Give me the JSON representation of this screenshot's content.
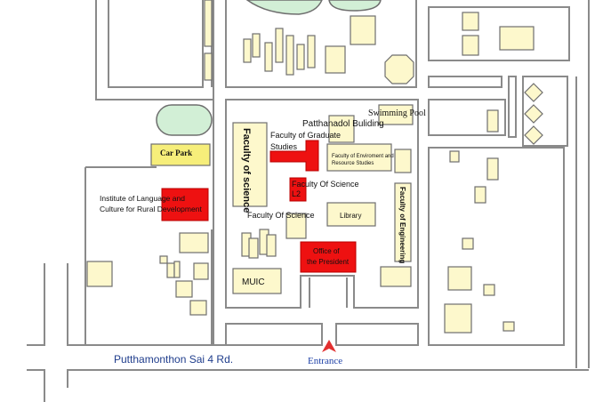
{
  "labels": {
    "swimming_pool": "Swimming Pool",
    "patthanadol_building": "Patthanadol Buliding",
    "faculty_of_graduate_line1": "Faculty of Graduate",
    "faculty_of_graduate_line2": "Studies",
    "faculty_of_environment_line1": "Faculty of Enviroment and",
    "faculty_of_environment_line2": "Resource Studies",
    "faculty_of_science_vertical": "Faculty of science",
    "faculty_of_science_l2_line1": "Faculty Of Science",
    "faculty_of_science_l2_line2": "L2",
    "faculty_of_science_center": "Faculty Of Science",
    "library": "Library",
    "faculty_of_engineering": "Faculty of Engineering",
    "car_park": "Car  Park",
    "institute_line1": "Institute of Language and",
    "institute_line2": "Culture for Rural Development",
    "office_president_line1": "Office of",
    "office_president_line2": "the President",
    "muic": "MUIC",
    "road": "Putthamonthon Sai 4 Rd.",
    "entrance": "Entrance"
  },
  "icons": {
    "entrance_marker": "entrance-arrow-icon"
  },
  "colors": {
    "background": "#ffffff",
    "road_outline": "#8a8a8a",
    "building_fill": "#fdf8cc",
    "building_outline": "#6e6e6e",
    "highlight_red": "#ee1111",
    "car_park_fill": "#f6ee7a",
    "green_fill": "#d2efd6",
    "road_label": "#1f3d8c",
    "entrance_label": "#1c3fa6",
    "entrance_marker": "#e23030"
  }
}
